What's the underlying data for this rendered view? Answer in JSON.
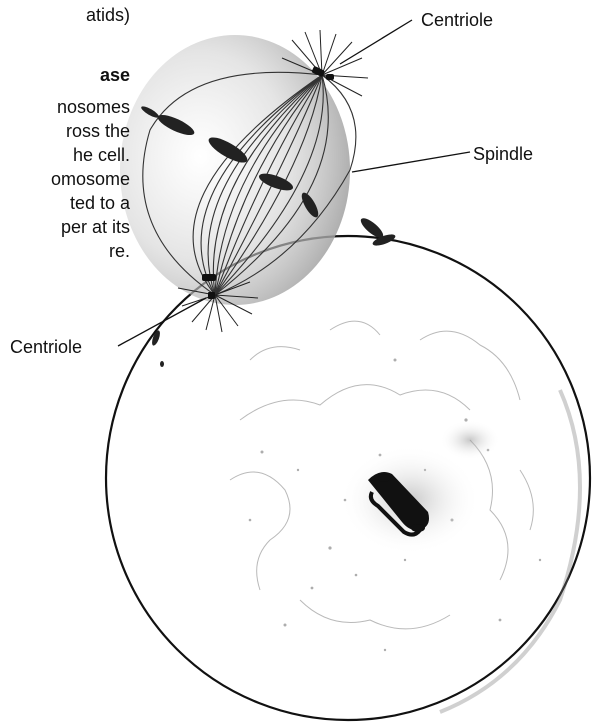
{
  "caption": {
    "top_fragment": "atids)",
    "heading_fragment": "ase",
    "description_lines": [
      "nosomes",
      "ross the",
      "he cell.",
      "omosome",
      "ted to a",
      "per at its",
      "re."
    ]
  },
  "labels": {
    "centriole_top": "Centriole",
    "spindle": "Spindle",
    "centriole_left": "Centriole"
  }
}
